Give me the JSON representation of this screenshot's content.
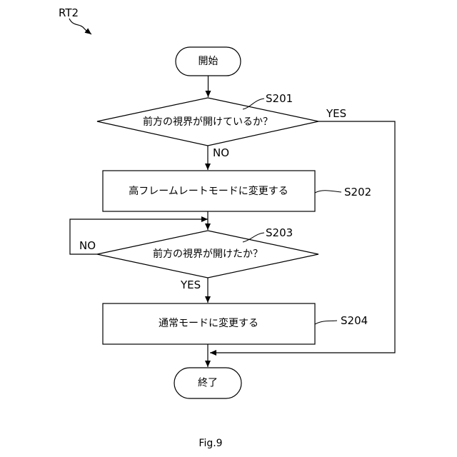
{
  "figure": {
    "ref_label": "RT2",
    "caption": "Fig.9"
  },
  "nodes": {
    "start": "開始",
    "s201": "前方の視界が開けているか？",
    "s202": "高フレームレートモードに変更する",
    "s203": "前方の視界が開けたか？",
    "s204": "通常モードに変更する",
    "end": "終了"
  },
  "step_labels": {
    "s201": "S201",
    "s202": "S202",
    "s203": "S203",
    "s204": "S204"
  },
  "edge_labels": {
    "s201_yes": "YES",
    "s201_no": "NO",
    "s203_no": "NO",
    "s203_yes": "YES"
  }
}
